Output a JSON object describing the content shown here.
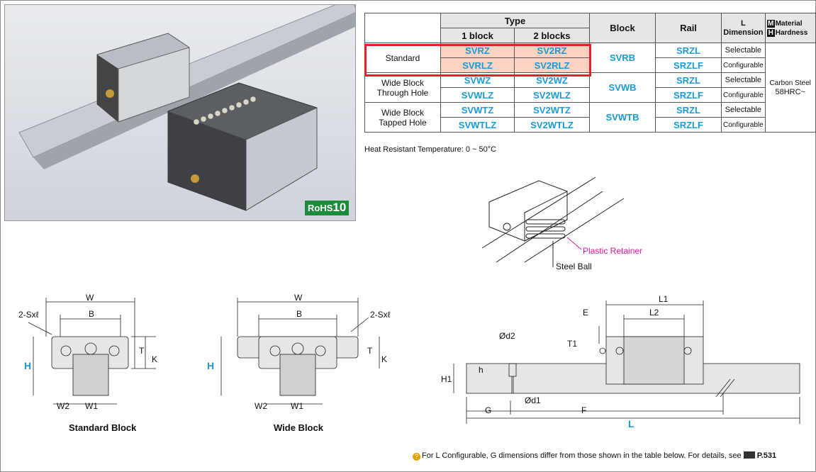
{
  "table": {
    "headers": {
      "type": "Type",
      "one_block": "1 block",
      "two_blocks": "2 blocks",
      "block": "Block",
      "rail": "Rail",
      "l_line1": "L",
      "l_line2": "Dimension",
      "mat_m": "M",
      "mat_material": "Material",
      "mat_h": "H",
      "mat_hardness": "Hardness"
    },
    "groups": [
      {
        "label": "Standard",
        "block": "SVRB",
        "rows": [
          {
            "one": "SVRZ",
            "two": "SV2RZ",
            "rail": "SRZL",
            "l": "Selectable"
          },
          {
            "one": "SVRLZ",
            "two": "SV2RLZ",
            "rail": "SRZLF",
            "l": "Configurable"
          }
        ]
      },
      {
        "label": "Wide Block Through Hole",
        "block": "SVWB",
        "rows": [
          {
            "one": "SVWZ",
            "two": "SV2WZ",
            "rail": "SRZL",
            "l": "Selectable"
          },
          {
            "one": "SVWLZ",
            "two": "SV2WLZ",
            "rail": "SRZLF",
            "l": "Configurable"
          }
        ]
      },
      {
        "label": "Wide Block Tapped Hole",
        "block": "SVWTB",
        "rows": [
          {
            "one": "SVWTZ",
            "two": "SV2WTZ",
            "rail": "SRZL",
            "l": "Selectable"
          },
          {
            "one": "SVWTLZ",
            "two": "SV2WTLZ",
            "rail": "SRZLF",
            "l": "Configurable"
          }
        ]
      }
    ],
    "material_line1": "Carbon Steel",
    "material_line2": "58HRC~",
    "wide_line1": "Wide Block",
    "through_line2": "Through Hole",
    "tapped_line2": "Tapped Hole"
  },
  "heat_text": "Heat Resistant Temperature: 0 ~ 50°C",
  "rohs": {
    "text": "RoHS",
    "num": "10"
  },
  "retainer": {
    "plastic": "Plastic Retainer",
    "ball": "Steel Ball"
  },
  "std_block": {
    "caption": "Standard Block",
    "W": "W",
    "B": "B",
    "sx": "2-Sxℓ",
    "H": "H",
    "T": "T",
    "K": "K",
    "W2": "W2",
    "W1": "W1"
  },
  "wide_block": {
    "caption": "Wide Block",
    "W": "W",
    "B": "B",
    "sx": "2-Sxℓ",
    "H": "H",
    "T": "T",
    "K": "K",
    "W2": "W2",
    "W1": "W1"
  },
  "side": {
    "L1": "L1",
    "L2": "L2",
    "E": "E",
    "T1": "T1",
    "d2": "Ød2",
    "d1": "Ød1",
    "h": "h",
    "H1": "H1",
    "G": "G",
    "F": "F",
    "L": "L"
  },
  "note": {
    "text": "For L Configurable, G dimensions differ from those shown in the table below. For details, see",
    "page": "P.531"
  }
}
